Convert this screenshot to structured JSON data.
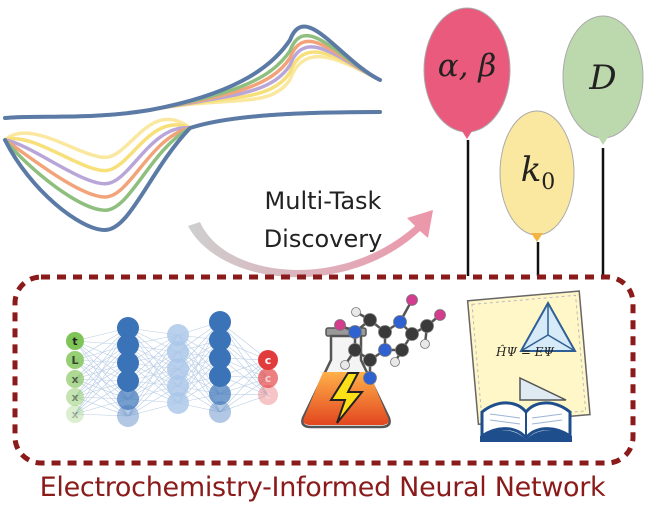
{
  "arrow_text": {
    "line1": "Multi-Task",
    "line2": "Discovery"
  },
  "balloons": [
    {
      "label": "α, β",
      "color": "#ea5a7c"
    },
    {
      "label": "D",
      "color": "#bcd8ad"
    },
    {
      "label": "k",
      "subscript": "0",
      "color": "#fbe8a0"
    }
  ],
  "network": {
    "input_labels": [
      "t",
      "L",
      "x",
      "x",
      "x"
    ],
    "output_labels": [
      "c",
      "c",
      "c"
    ]
  },
  "equation": "ĤΨ = EΨ",
  "caption": "Electrochemistry-Informed Neural Network",
  "colors": {
    "frame": "#8b1a1a",
    "cv_curves": [
      "#5b7ba6",
      "#8fbf7e",
      "#f2a37a",
      "#b9a6d9",
      "#f7e07a",
      "#fbe8a0"
    ],
    "node_dark": "#3b73b8",
    "node_light": "#a9c6e8",
    "input_node": "#7fc456",
    "output_node": "#e23b3b"
  }
}
